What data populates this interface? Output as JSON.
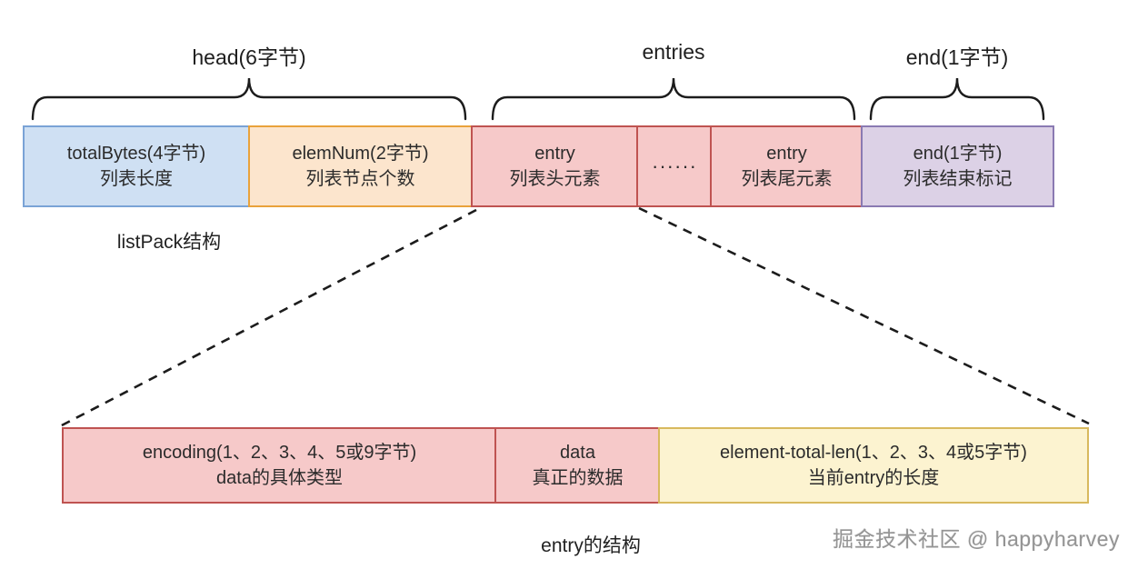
{
  "diagram": {
    "braces": {
      "head": {
        "label": "head(6字节)"
      },
      "entries": {
        "label": "entries"
      },
      "end": {
        "label": "end(1字节)"
      }
    },
    "listpack_row": {
      "caption": "listPack结构",
      "cells": [
        {
          "name": "totalBytes",
          "line1": "totalBytes(4字节)",
          "line2": "列表长度",
          "color": "#cfe0f3",
          "border": "#7aa3d6"
        },
        {
          "name": "elemNum",
          "line1": "elemNum(2字节)",
          "line2": "列表节点个数",
          "color": "#fce5cd",
          "border": "#e9a23b"
        },
        {
          "name": "entry-head",
          "line1": "entry",
          "line2": "列表头元素",
          "color": "#f6c9c9",
          "border": "#bf5351"
        },
        {
          "name": "ellipsis",
          "line1": "······",
          "line2": "",
          "color": "#f6c9c9",
          "border": "#bf5351"
        },
        {
          "name": "entry-tail",
          "line1": "entry",
          "line2": "列表尾元素",
          "color": "#f6c9c9",
          "border": "#bf5351"
        },
        {
          "name": "end",
          "line1": "end(1字节)",
          "line2": "列表结束标记",
          "color": "#dcd1e6",
          "border": "#8a7ab2"
        }
      ]
    },
    "entry_row": {
      "caption": "entry的结构",
      "cells": [
        {
          "name": "encoding",
          "line1": "encoding(1、2、3、4、5或9字节)",
          "line2": "data的具体类型",
          "color": "#f6c9c9",
          "border": "#bf5351"
        },
        {
          "name": "data",
          "line1": "data",
          "line2": "真正的数据",
          "color": "#f6c9c9",
          "border": "#bf5351"
        },
        {
          "name": "element-total-len",
          "line1": "element-total-len(1、2、3、4或5字节)",
          "line2": "当前entry的长度",
          "color": "#fcf3d0",
          "border": "#d8b95e"
        }
      ]
    },
    "watermark": "掘金技术社区 @ happyharvey",
    "line_color": "#1c1c1c"
  }
}
